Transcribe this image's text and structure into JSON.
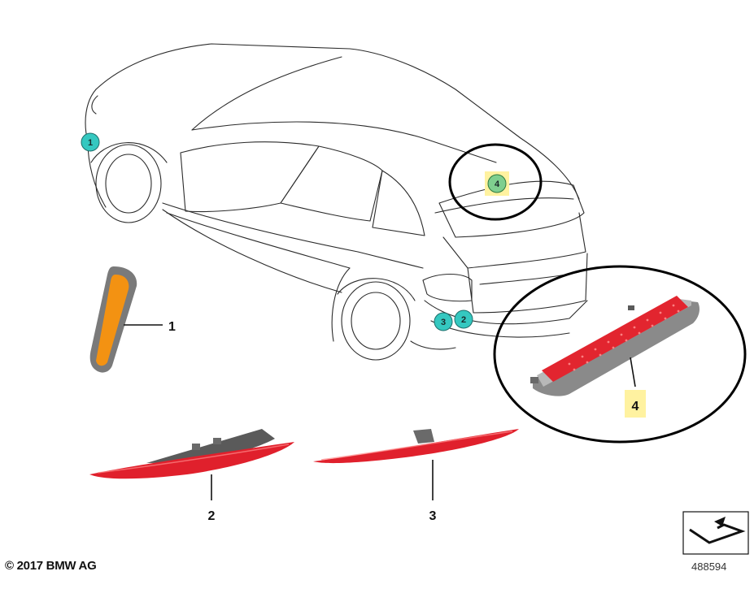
{
  "colors": {
    "callout_badge": "#35c8c0",
    "callout_badge_highlight": "#7fcf8f",
    "part_label_highlight": "#fff2a0",
    "side_marker": "#f39212",
    "reflector_red": "#e0202c",
    "brake_light_red": "#e2252f",
    "housing_gray": "#8a8a8a"
  },
  "callouts": {
    "c1": "1",
    "c2": "2",
    "c3": "3",
    "c4": "4"
  },
  "part_labels": {
    "p1": "1",
    "p2": "2",
    "p3": "3",
    "p4": "4"
  },
  "footer": {
    "copyright": "© 2017 BMW AG",
    "diagram_id": "488594"
  },
  "icons": {
    "navigation": "arrow-return-icon"
  }
}
